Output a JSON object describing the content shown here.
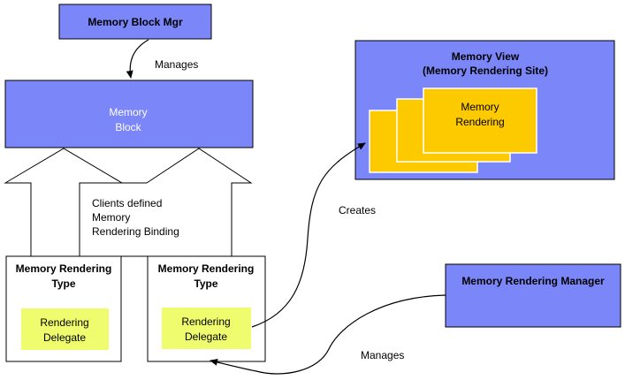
{
  "nodes": {
    "memory_block_mgr": "Memory Block Mgr",
    "memory_block": [
      "Memory",
      "Block"
    ],
    "memory_view": [
      "Memory View",
      "(Memory Rendering Site)"
    ],
    "memory_rendering": [
      "Memory",
      "Rendering"
    ],
    "rendering_type_left": [
      "Memory Rendering",
      "Type"
    ],
    "rendering_type_right": [
      "Memory Rendering",
      "Type"
    ],
    "delegate_left": [
      "Rendering",
      "Delegate"
    ],
    "delegate_right": [
      "Rendering",
      "Delegate"
    ],
    "rendering_manager": "Memory Rendering Manager"
  },
  "annotations": {
    "clients_binding": [
      "Clients defined",
      "Memory",
      "Rendering Binding"
    ]
  },
  "edges": {
    "manages_top": "Manages",
    "creates": "Creates",
    "manages_bottom": "Manages"
  },
  "colors": {
    "blue": "#7b86f8",
    "yellow": "#fdca00",
    "green": "#eefc6e"
  }
}
